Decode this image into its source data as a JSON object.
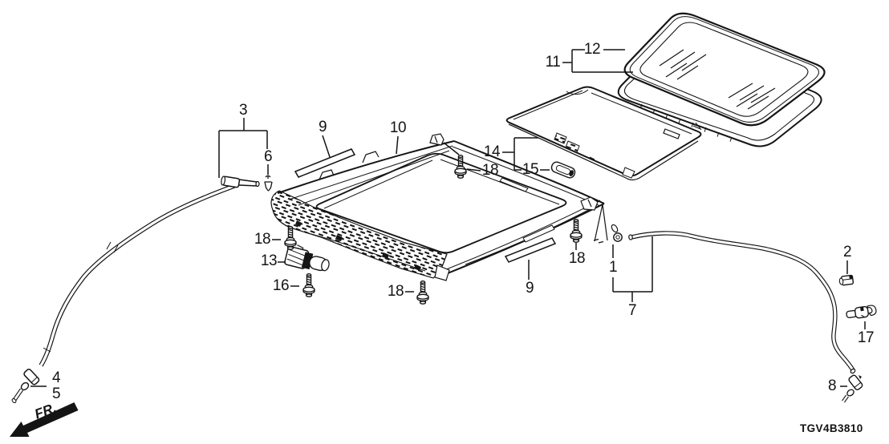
{
  "diagram": {
    "code": "TGV4B3810",
    "fr_label": "FR.",
    "callouts": {
      "n1": "1",
      "n2": "2",
      "n3": "3",
      "n4": "4",
      "n5": "5",
      "n6": "6",
      "n7": "7",
      "n8": "8",
      "n9": "9",
      "n10": "10",
      "n11": "11",
      "n12": "12",
      "n13": "13",
      "n14": "14",
      "n15": "15",
      "n16": "16",
      "n17": "17",
      "n18": "18"
    }
  }
}
